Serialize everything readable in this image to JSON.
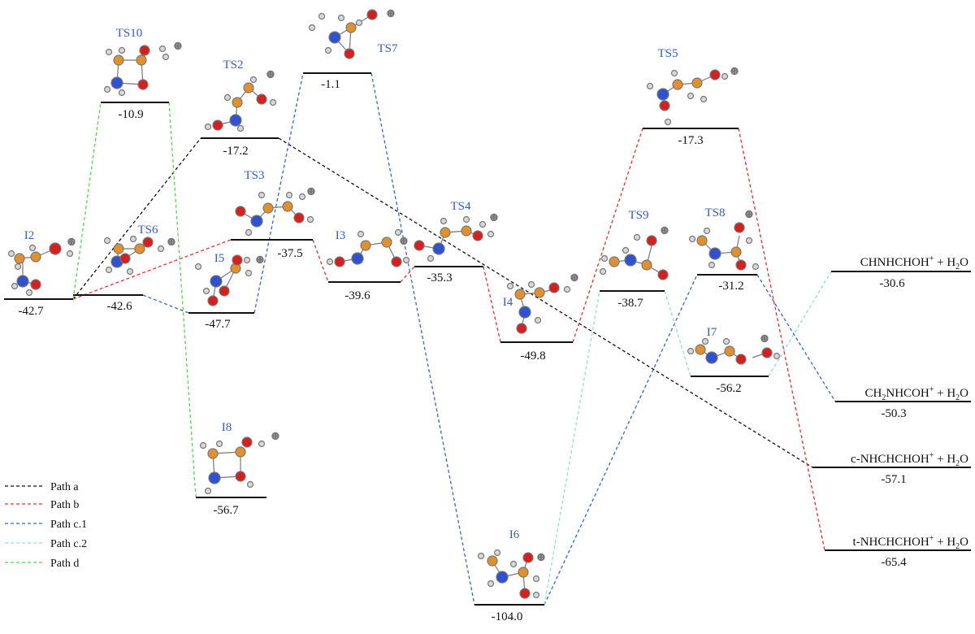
{
  "colors": {
    "path_a": "#111111",
    "path_b": "#e53030",
    "path_c1": "#3a64c8",
    "path_c2": "#8fe0cf",
    "path_d": "#56d64a",
    "label_blue": "#3a5bbf",
    "atom_c": "#e0912e",
    "atom_n": "#2f52d0",
    "atom_o": "#d62020",
    "atom_h": "#d8d8d8"
  },
  "levels": {
    "I2": {
      "label": "I2",
      "energy": "-42.7"
    },
    "TS10": {
      "label": "TS10",
      "energy": "-10.9"
    },
    "TS6": {
      "label": "TS6",
      "energy": "-42.6"
    },
    "I5": {
      "label": "I5",
      "energy": "-47.7"
    },
    "I8": {
      "label": "I8",
      "energy": "-56.7"
    },
    "TS2": {
      "label": "TS2",
      "energy": "-17.2"
    },
    "TS3": {
      "label": "TS3",
      "energy": "-37.5"
    },
    "TS7": {
      "label": "TS7",
      "energy": "-1.1"
    },
    "I3": {
      "label": "I3",
      "energy": "-39.6"
    },
    "TS4": {
      "label": "TS4",
      "energy": "-35.3"
    },
    "I6": {
      "label": "I6",
      "energy": "-104.0"
    },
    "I4": {
      "label": "I4",
      "energy": "-49.8"
    },
    "TS9": {
      "label": "TS9",
      "energy": "-38.7"
    },
    "TS5": {
      "label": "TS5",
      "energy": "-17.3"
    },
    "TS8": {
      "label": "TS8",
      "energy": "-31.2"
    },
    "I7": {
      "label": "I7",
      "energy": "-56.2"
    },
    "P1": {
      "energy": "-30.6"
    },
    "P2": {
      "energy": "-50.3"
    },
    "P3": {
      "energy": "-57.1"
    },
    "P4": {
      "energy": "-65.4"
    }
  },
  "products": {
    "P1": {
      "main": "CHNHCHOH",
      "sup": "+",
      "rest": " + H",
      "sub": "2",
      "tail": "O"
    },
    "P2": {
      "main": "CH",
      "sub1": "2",
      "main2": "NHCOH",
      "sup": "+",
      "rest": " + H",
      "sub": "2",
      "tail": "O"
    },
    "P3": {
      "main": "c-NHCHCHOH",
      "sup": "+",
      "rest": " + H",
      "sub": "2",
      "tail": "O"
    },
    "P4": {
      "main": "t-NHCHCHOH",
      "sup": "+",
      "rest": " + H",
      "sub": "2",
      "tail": "O"
    }
  },
  "charge_symbol": "⊕",
  "legend": [
    {
      "label": "Path a",
      "color": "#111111"
    },
    {
      "label": "Path b",
      "color": "#e53030"
    },
    {
      "label": "Path c.1",
      "color": "#3a64c8"
    },
    {
      "label": "Path c.2",
      "color": "#8fe0cf"
    },
    {
      "label": "Path d",
      "color": "#56d64a"
    }
  ]
}
